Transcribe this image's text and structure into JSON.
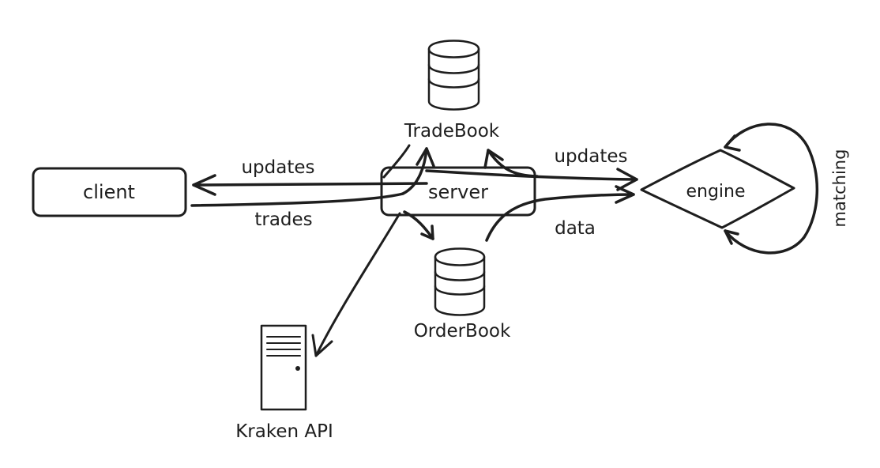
{
  "nodes": {
    "client": "client",
    "server": "server",
    "engine": "engine",
    "tradebook": "TradeBook",
    "orderbook": "OrderBook",
    "kraken": "Kraken API"
  },
  "edges": {
    "client_updates": "updates",
    "client_trades": "trades",
    "engine_updates": "updates",
    "engine_data": "data",
    "matching": "matching"
  },
  "colors": {
    "ink": "#1e1e1e",
    "background": "#ffffff"
  }
}
